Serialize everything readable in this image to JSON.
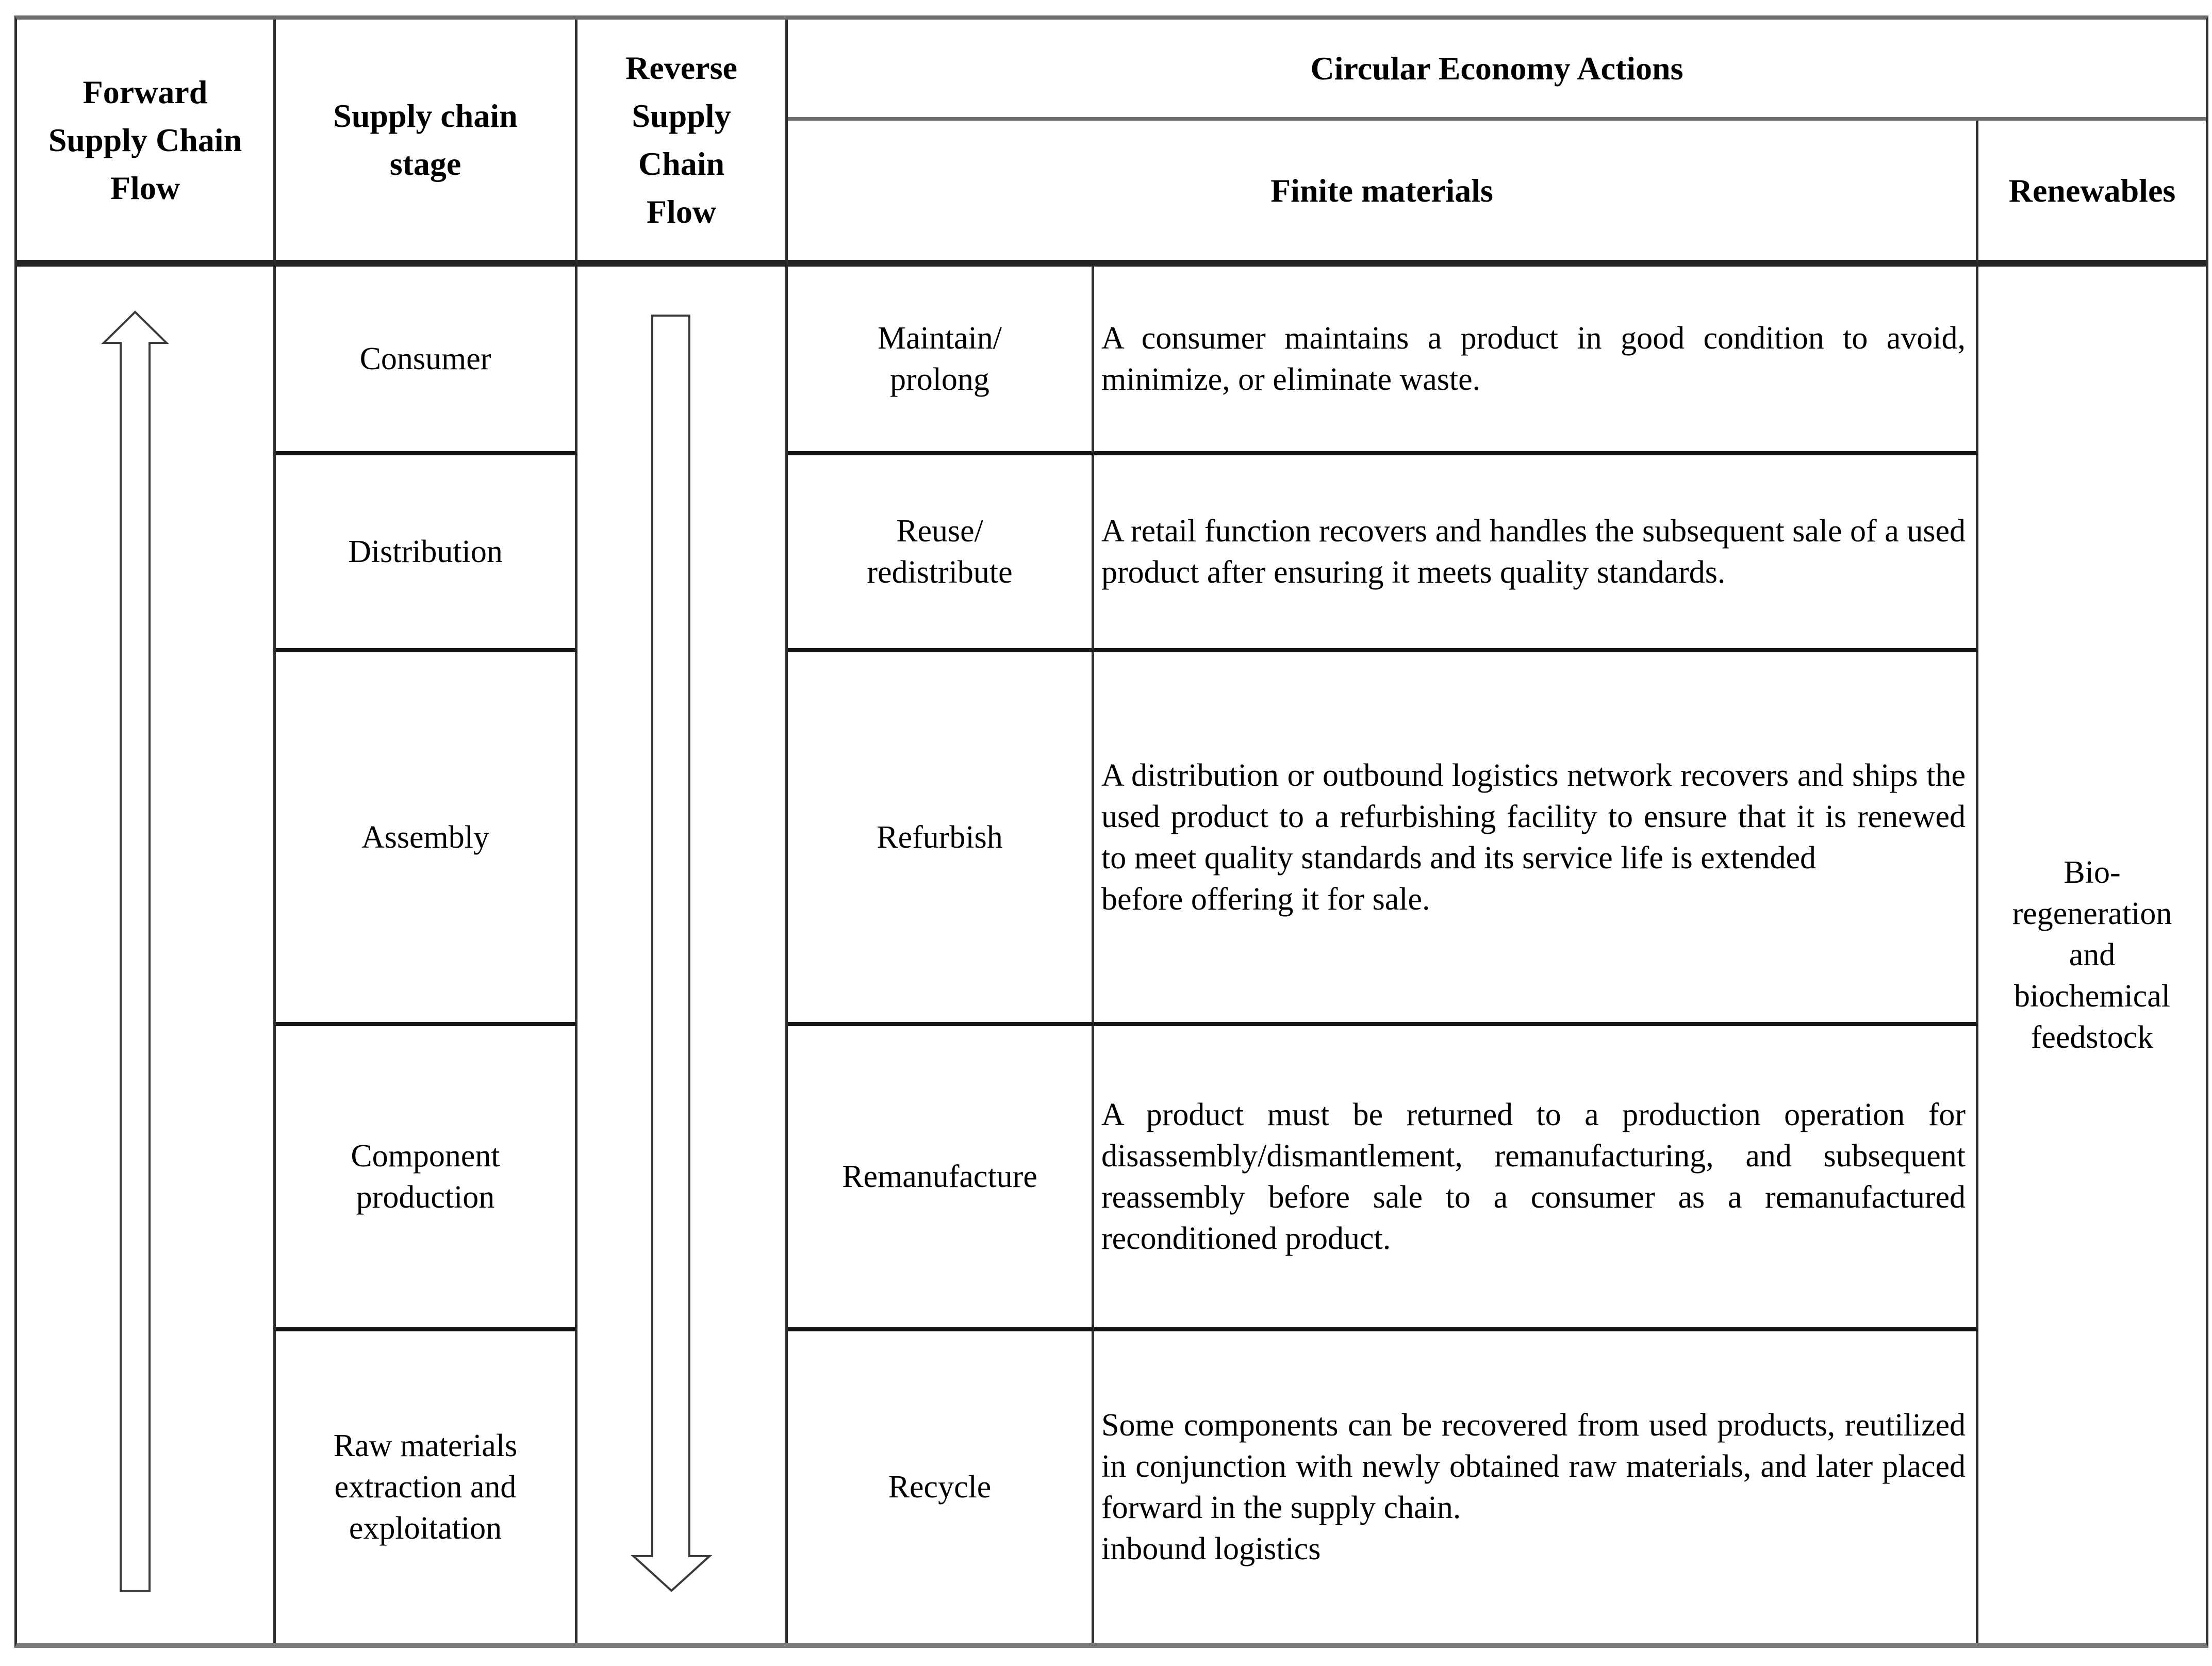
{
  "table": {
    "headers": {
      "forward_flow": "Forward\nSupply Chain\nFlow",
      "stage": "Supply chain\nstage",
      "reverse_flow": "Reverse\nSupply\nChain\nFlow",
      "actions_group": "Circular Economy Actions",
      "finite_materials": "Finite materials",
      "renewables": "Renewables"
    },
    "rows": [
      {
        "stage": "Consumer",
        "action": "Maintain/\nprolong",
        "description": "A consumer maintains a product in good condition to avoid, minimize, or eliminate waste."
      },
      {
        "stage": "Distribution",
        "action": "Reuse/\nredistribute",
        "description": "A retail function recovers and handles the subsequent sale of a used product after ensuring it meets quality standards."
      },
      {
        "stage": "Assembly",
        "action": "Refurbish",
        "description": "A distribution or outbound logistics network recovers and ships the used product to a refurbishing facility to ensure that it is renewed to meet quality standards and its service life is extended\nbefore offering it for sale."
      },
      {
        "stage": "Component\nproduction",
        "action": "Remanufacture",
        "description": "A product must be returned to a production operation for disassembly/dismantlement, remanufacturing, and subsequent reassembly before sale to a consumer as a remanufactured reconditioned product."
      },
      {
        "stage": "Raw materials\nextraction and\nexploitation",
        "action": "Recycle",
        "description": "Some components can be recovered from used products, reutilized in conjunction with newly obtained raw materials, and later placed forward in the supply chain.\ninbound logistics"
      }
    ],
    "renewables_body": "Bio-\nregeneration\nand\nbiochemical\nfeedstock",
    "icons": {
      "forward_arrow": "up-block-arrow",
      "reverse_arrow": "down-block-arrow"
    },
    "colors": {
      "ink": "#000000",
      "grid_dark": "#2e2e2e",
      "grid_gray": "#6e6e6e",
      "background": "#ffffff"
    }
  }
}
